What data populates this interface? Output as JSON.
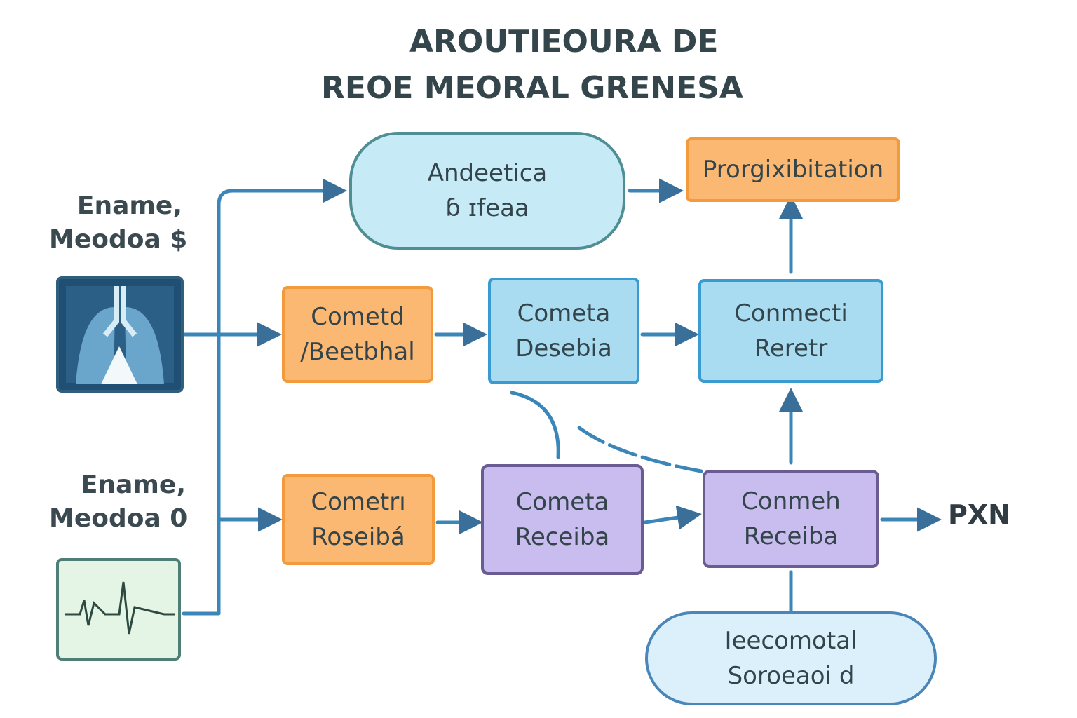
{
  "title": {
    "line1": "AROUTIEOURA DE",
    "line2": "REOE MEORAL GRENESA"
  },
  "inputs": {
    "top_label": [
      "Ename,",
      "Meodoa $"
    ],
    "bottom_label": [
      "Ename,",
      "Meodoa 0"
    ],
    "top_image": "lung-xray-icon",
    "bottom_image": "ecg-waveform-icon"
  },
  "nodes": {
    "pill_top": [
      "Andeetica",
      "ɓ ɪfeaa"
    ],
    "output_top": [
      "Prorgixibitation"
    ],
    "orange_mid": [
      "Cometd",
      "/Beetbhal"
    ],
    "blue_mid": [
      "Cometa",
      "Desebia"
    ],
    "blue_right": [
      "Conmecti",
      "Reretr"
    ],
    "orange_low": [
      "Cometrı",
      "Roseibá"
    ],
    "purple_mid": [
      "Cometa",
      "Receiba"
    ],
    "purple_right": [
      "Conmeh",
      "Receiba"
    ],
    "pill_bottom": [
      "Ieecomotal",
      "Soroeaoi d"
    ]
  },
  "output_label": "PXN",
  "colors": {
    "orange_fill": "#fbb872",
    "orange_border": "#f29a3c",
    "blue_fill": "#a9dcf1",
    "blue_border": "#3a9bd1",
    "purple_fill": "#c8bdee",
    "purple_border": "#6a5b92",
    "pill_fill": "#c6ebf6",
    "line": "#3a86b8"
  }
}
